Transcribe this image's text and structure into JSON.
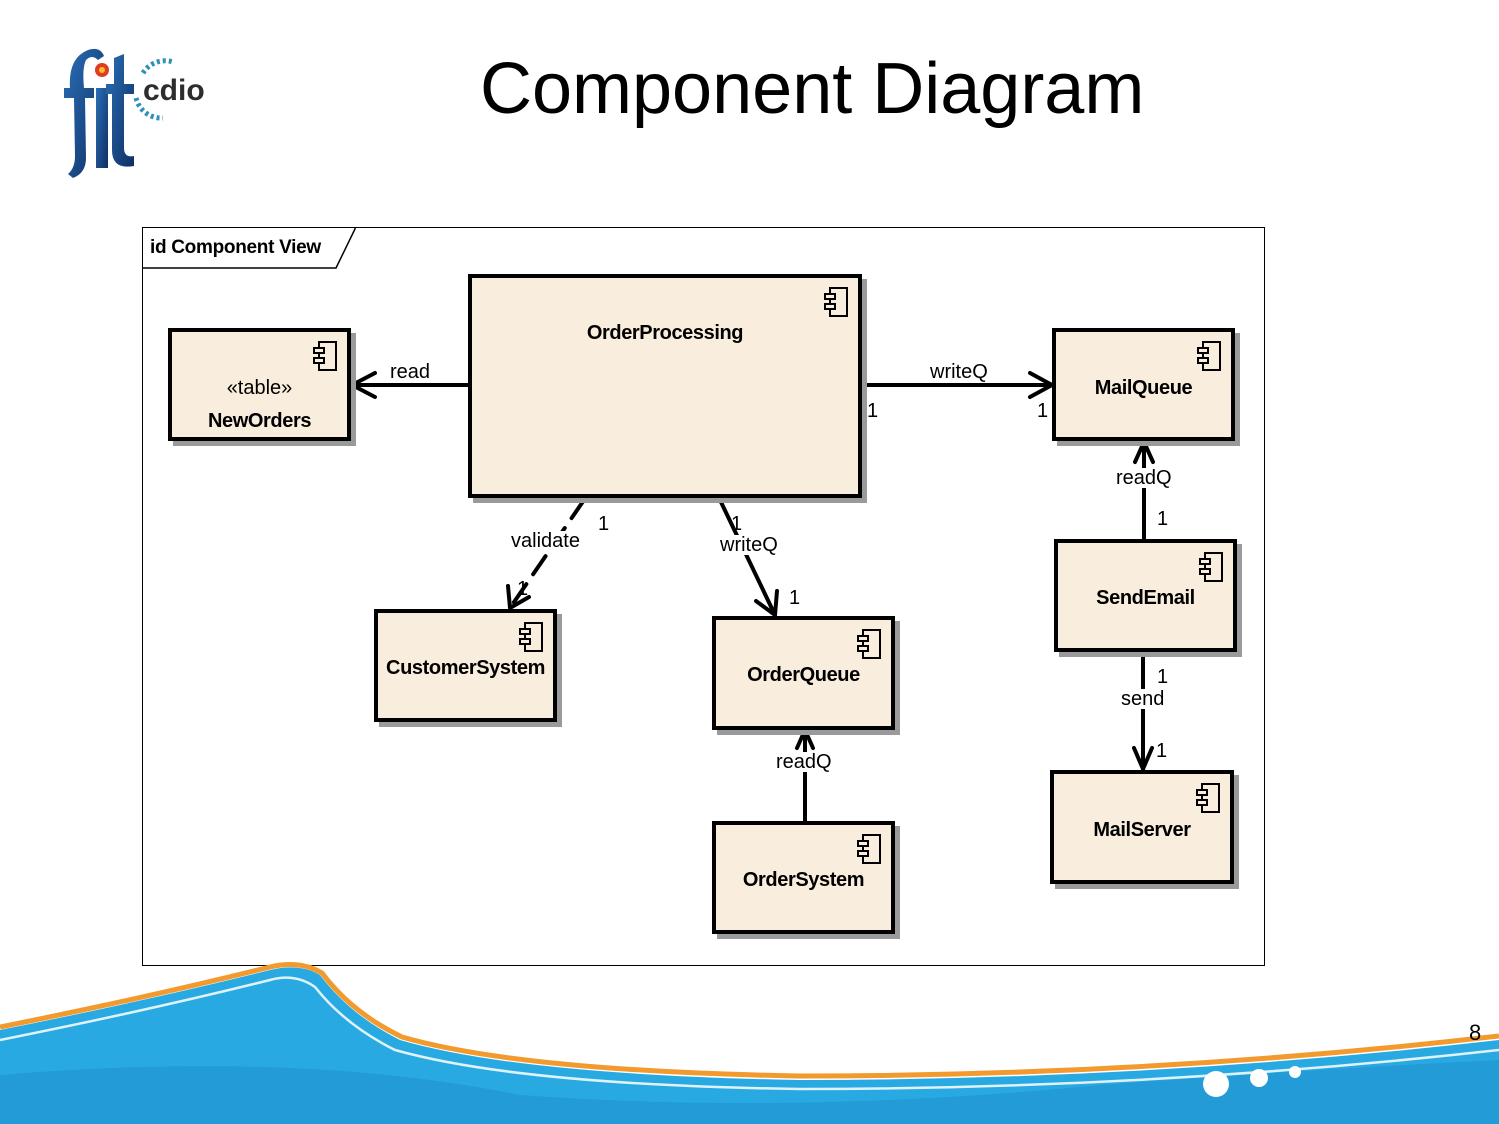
{
  "slide": {
    "title": "Component Diagram",
    "page_number": "8"
  },
  "logo": {
    "text": "cdio",
    "icon": "fit-cdio-logo-icon"
  },
  "diagram": {
    "frame_label": "id Component View",
    "components": {
      "order_processing": {
        "name": "OrderProcessing"
      },
      "new_orders": {
        "stereotype": "«table»",
        "name": "NewOrders"
      },
      "mail_queue": {
        "name": "MailQueue"
      },
      "send_email": {
        "name": "SendEmail"
      },
      "mail_server": {
        "name": "MailServer"
      },
      "customer_system": {
        "name": "CustomerSystem"
      },
      "order_queue": {
        "name": "OrderQueue"
      },
      "order_system": {
        "name": "OrderSystem"
      }
    },
    "connectors": {
      "read": {
        "label": "read"
      },
      "writeq_mail": {
        "label": "writeQ",
        "source_mult": "1",
        "target_mult": "1"
      },
      "readq_mail": {
        "label": "readQ",
        "source_mult": "1"
      },
      "send": {
        "label": "send",
        "source_mult": "1",
        "target_mult": "1"
      },
      "validate": {
        "label": "validate",
        "source_mult": "1",
        "target_mult": "1"
      },
      "writeq_order": {
        "label": "writeQ",
        "source_mult": "1",
        "target_mult": "1"
      },
      "readq_order": {
        "label": "readQ"
      }
    }
  },
  "colors": {
    "component_fill": "#f9eedd",
    "wave_blue": "#29a9e1",
    "wave_orange": "#f39a2e"
  }
}
